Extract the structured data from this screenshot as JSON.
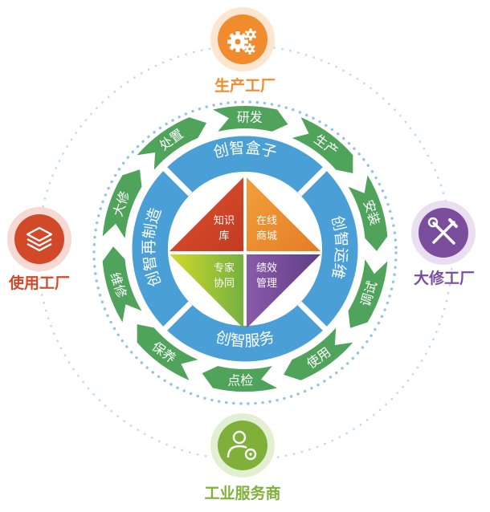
{
  "colors": {
    "ring_blue": "#4a9fd6",
    "arrow_green": "#4fa35a",
    "orange": "#f08c2e",
    "red": "#d2492a",
    "purple": "#7b4d9d",
    "green": "#7fb03a",
    "dots": "#8fc3ea"
  },
  "nodes": {
    "top": {
      "label": "生产工厂",
      "icon": "gears-icon"
    },
    "left": {
      "label": "使用工厂",
      "icon": "layers-icon"
    },
    "right": {
      "label": "大修工厂",
      "icon": "tools-icon"
    },
    "bottom": {
      "label": "工业服务商",
      "icon": "user-gear-icon"
    }
  },
  "ring": {
    "top": "创智盒子",
    "right": "创智运维",
    "bottom": "创智服务",
    "left": "创智再制造"
  },
  "quadrants": {
    "top_left": "知识库",
    "top_right": "在线商城",
    "bottom_left": "专家协同",
    "bottom_right": "绩效管理"
  },
  "lifecycle": [
    "研发",
    "生产",
    "安装",
    "调试",
    "使用",
    "点检",
    "保养",
    "维修",
    "大修",
    "处置"
  ]
}
